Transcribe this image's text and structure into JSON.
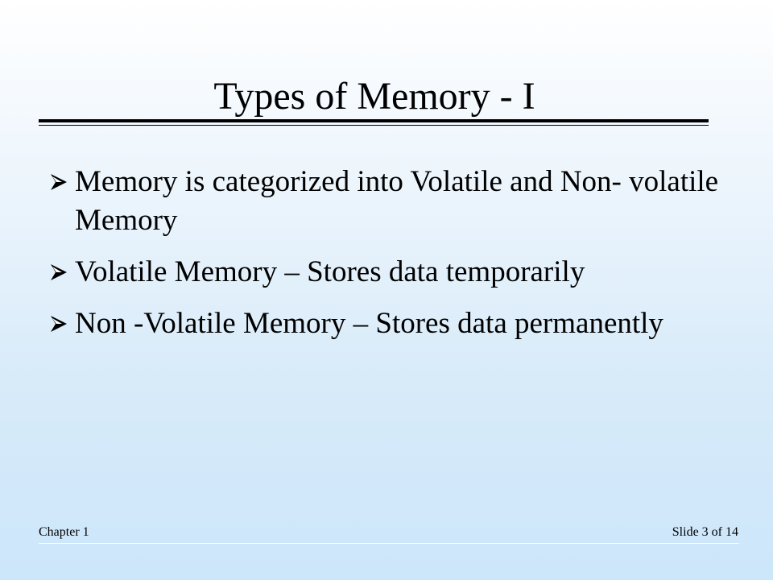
{
  "slide": {
    "title": "Types of Memory - I",
    "bullets": [
      "Memory is categorized into Volatile and Non- volatile Memory",
      "Volatile Memory – Stores data temporarily",
      "Non -Volatile Memory – Stores data permanently"
    ],
    "bullet_icon": "arrowhead-bullet-icon"
  },
  "footer": {
    "chapter": "Chapter 1",
    "slide_number": "Slide 3 of 14"
  },
  "colors": {
    "background_top": "#ffffff",
    "background_bottom": "#cce6fa",
    "text": "#000000"
  }
}
